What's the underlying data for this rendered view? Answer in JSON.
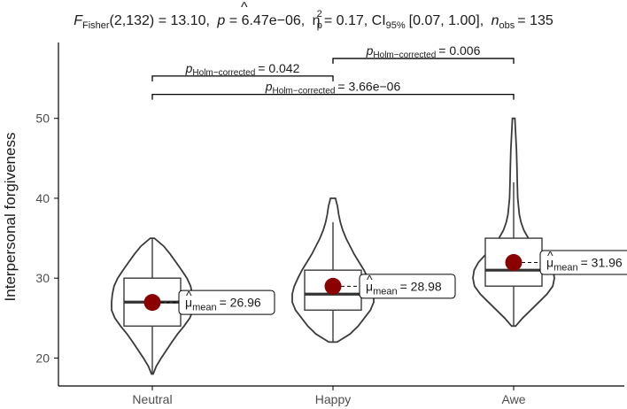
{
  "chart_data": {
    "type": "violin",
    "title": {
      "stat_name": "F",
      "stat_sub": "Fisher",
      "stat_df": "(2,132) = 13.10,",
      "p_name": "p",
      "p_val": "= 6.47e−06,",
      "eff_name": "η",
      "eff_hat": "^",
      "eff_sup": "2",
      "eff_sub": "p",
      "eff_val": "= 0.17, CI",
      "ci_sub": "95%",
      "ci_val": "[0.07, 1.00],",
      "n_name": "n",
      "n_sub": "obs",
      "n_val": "= 135"
    },
    "ylabel": "Interpersonal forgiveness",
    "xlabel": "",
    "ylim": [
      16.5,
      59.5
    ],
    "yticks": [
      20,
      30,
      40,
      50
    ],
    "categories": [
      "Neutral",
      "Happy",
      "Awe"
    ],
    "groups": [
      {
        "name": "Neutral",
        "min": 18,
        "q1": 24,
        "median": 27,
        "q3": 30,
        "max": 35,
        "mean": 26.96,
        "mean_label": "= 26.96",
        "violin": [
          [
            18,
            0.02
          ],
          [
            19,
            0.1
          ],
          [
            20,
            0.22
          ],
          [
            21,
            0.35
          ],
          [
            22,
            0.48
          ],
          [
            23,
            0.62
          ],
          [
            24,
            0.78
          ],
          [
            25,
            0.92
          ],
          [
            26,
            1.0
          ],
          [
            27,
            1.0
          ],
          [
            28,
            0.98
          ],
          [
            29,
            0.94
          ],
          [
            30,
            0.85
          ],
          [
            31,
            0.72
          ],
          [
            32,
            0.58
          ],
          [
            33,
            0.44
          ],
          [
            34,
            0.28
          ],
          [
            35,
            0.05
          ]
        ]
      },
      {
        "name": "Happy",
        "min": 22,
        "q1": 26,
        "median": 28,
        "q3": 31,
        "max": 37,
        "mean": 28.98,
        "mean_label": "= 28.98",
        "violin": [
          [
            22,
            0.1
          ],
          [
            23,
            0.42
          ],
          [
            24,
            0.62
          ],
          [
            25,
            0.77
          ],
          [
            26,
            0.92
          ],
          [
            27,
            1.0
          ],
          [
            28,
            1.0
          ],
          [
            29,
            0.95
          ],
          [
            30,
            0.86
          ],
          [
            31,
            0.76
          ],
          [
            32,
            0.64
          ],
          [
            33,
            0.52
          ],
          [
            34,
            0.42
          ],
          [
            35,
            0.32
          ],
          [
            36,
            0.24
          ],
          [
            37,
            0.18
          ],
          [
            38,
            0.14
          ],
          [
            39,
            0.11
          ],
          [
            40,
            0.06
          ]
        ]
      },
      {
        "name": "Awe",
        "min": 24,
        "q1": 29,
        "median": 31,
        "q3": 35,
        "max": 42,
        "mean": 31.96,
        "mean_label": "= 31.96",
        "violin": [
          [
            24,
            0.05
          ],
          [
            25,
            0.22
          ],
          [
            26,
            0.42
          ],
          [
            27,
            0.62
          ],
          [
            28,
            0.82
          ],
          [
            29,
            0.96
          ],
          [
            30,
            1.0
          ],
          [
            31,
            0.97
          ],
          [
            32,
            0.86
          ],
          [
            33,
            0.68
          ],
          [
            34,
            0.52
          ],
          [
            35,
            0.36
          ],
          [
            36,
            0.25
          ],
          [
            37,
            0.18
          ],
          [
            38,
            0.14
          ],
          [
            39,
            0.12
          ],
          [
            40,
            0.1
          ],
          [
            42,
            0.09
          ],
          [
            44,
            0.08
          ],
          [
            46,
            0.07
          ],
          [
            48,
            0.05
          ],
          [
            50,
            0.03
          ]
        ]
      }
    ],
    "mean_label_prefix": "μ",
    "mean_label_sub": "mean",
    "comparisons": [
      {
        "from": "Neutral",
        "to": "Happy",
        "y": 55.3,
        "p_name": "p",
        "p_sub": "Holm−corrected",
        "p_val": "= 0.042"
      },
      {
        "from": "Happy",
        "to": "Awe",
        "y": 57.5,
        "p_name": "p",
        "p_sub": "Holm−corrected",
        "p_val": "= 0.006"
      },
      {
        "from": "Neutral",
        "to": "Awe",
        "y": 53.0,
        "p_name": "p",
        "p_sub": "Holm−corrected",
        "p_val": "= 3.66e−06"
      }
    ],
    "colors": {
      "mean_point": "#8b0000",
      "violin_stroke": "#3a3a3a"
    },
    "grid": false,
    "legend": "none"
  }
}
